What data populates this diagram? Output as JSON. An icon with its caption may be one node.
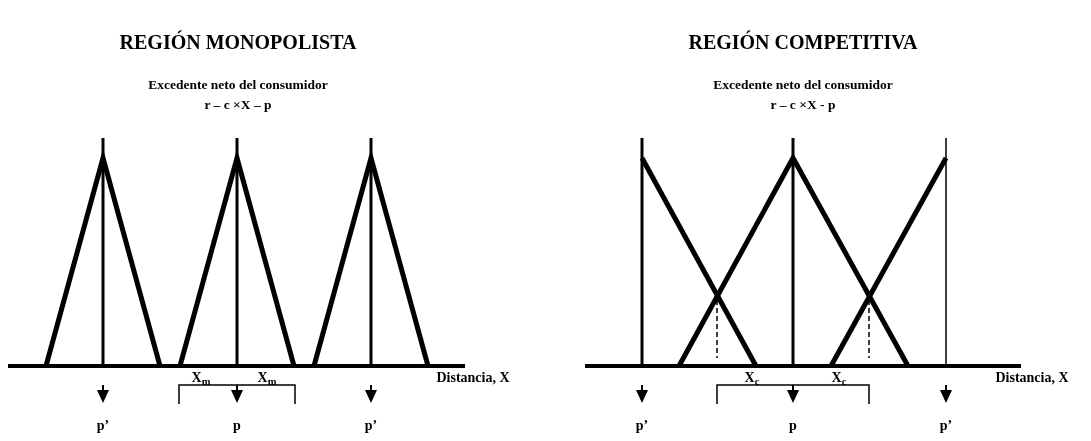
{
  "diagram": {
    "labels": [
      "REGIÓN MONOPOLISTA",
      "REGIÓN COMPETITIVA",
      "Excedente neto del consumidor",
      "Excedente neto del consumidor",
      "r – c ×X – p",
      "r – c ×X - p",
      "X$_{m}$",
      "X$_{m}$",
      "Distancia, X",
      "X$_{c}$",
      "X$_{c}$",
      "Distancia, X",
      "p’",
      "p",
      "p’",
      "p’",
      "p",
      "p’"
    ]
  }
}
